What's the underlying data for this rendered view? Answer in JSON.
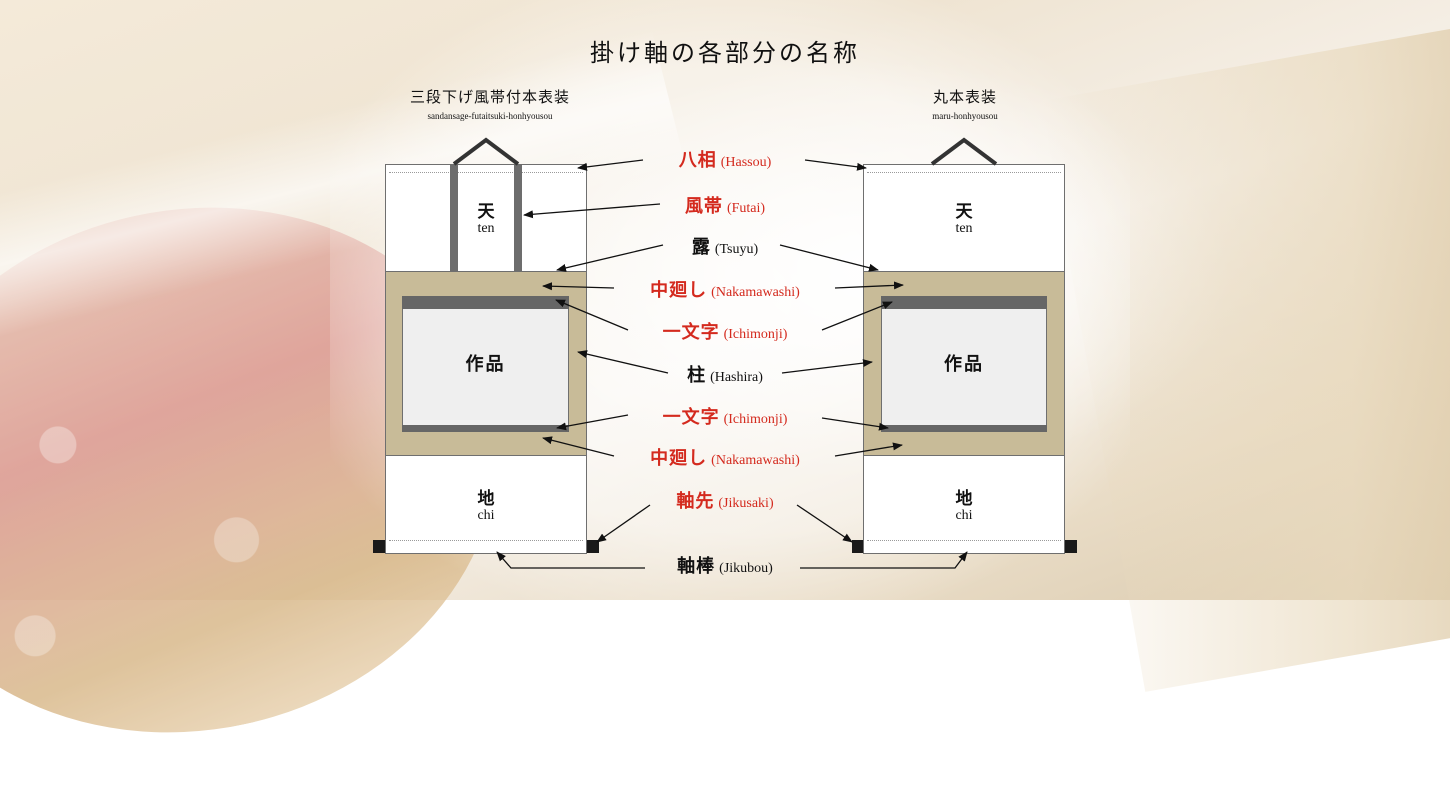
{
  "title": "掛け軸の各部分の名称",
  "left_scroll": {
    "heading_jp": "三段下げ風帯付本表装",
    "heading_en": "sandansage-futaitsuki-honhyousou",
    "ten_jp": "天",
    "ten_en": "ten",
    "art": "作品",
    "chi_jp": "地",
    "chi_en": "chi"
  },
  "right_scroll": {
    "heading_jp": "丸本表装",
    "heading_en": "maru-honhyousou",
    "ten_jp": "天",
    "ten_en": "ten",
    "art": "作品",
    "chi_jp": "地",
    "chi_en": "chi"
  },
  "terms": [
    {
      "jp": "八相",
      "en": "(Hassou)",
      "color": "#d42a1e"
    },
    {
      "jp": "風帯",
      "en": "(Futai)",
      "color": "#d42a1e"
    },
    {
      "jp": "露",
      "en": "(Tsuyu)",
      "color": "#111111"
    },
    {
      "jp": "中廻し",
      "en": "(Nakamawashi)",
      "color": "#d42a1e"
    },
    {
      "jp": "一文字",
      "en": "(Ichimonji)",
      "color": "#d42a1e"
    },
    {
      "jp": "柱",
      "en": "(Hashira)",
      "color": "#111111"
    },
    {
      "jp": "一文字",
      "en": "(Ichimonji)",
      "color": "#d42a1e"
    },
    {
      "jp": "中廻し",
      "en": "(Nakamawashi)",
      "color": "#d42a1e"
    },
    {
      "jp": "軸先",
      "en": "(Jikusaki)",
      "color": "#d42a1e"
    },
    {
      "jp": "軸棒",
      "en": "(Jikubou)",
      "color": "#111111"
    }
  ]
}
